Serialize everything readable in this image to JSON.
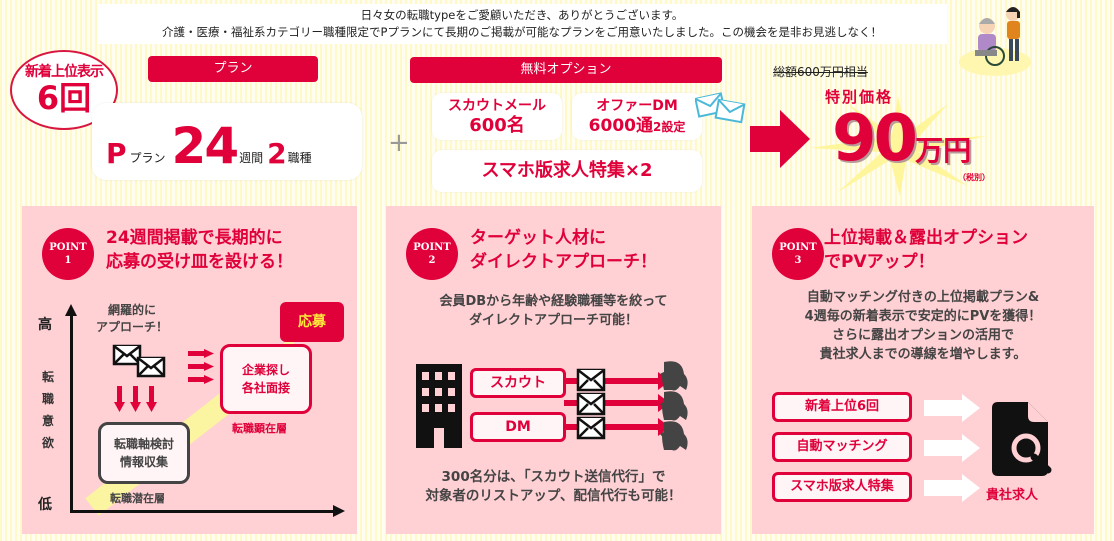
{
  "intro": {
    "line1": "日々女の転職typeをご愛顧いただき、ありがとうございます。",
    "line2": "介護・医療・福祉系カテゴリー職種限定でPプランにて長期のご掲載が可能なプランをご用意いたしました。この機会を是非お見逃しなく！"
  },
  "badge": {
    "line1": "新着上位表示",
    "line2": "6回"
  },
  "plan": {
    "tag": "プラン",
    "letter": "P",
    "suffix": "プラン",
    "weeks": "24",
    "weeks_unit": "週間",
    "jobs": "2",
    "jobs_unit": "職種"
  },
  "plus": "+",
  "options": {
    "tag": "無料オプション",
    "scout": {
      "label": "スカウトメール",
      "value": "600名"
    },
    "dm": {
      "label": "オファーDM",
      "value": "6000通",
      "extra": "2設定"
    },
    "smart": "スマホ版求人特集×2"
  },
  "price": {
    "original": "総額600万円相当",
    "special_label": "特別価格",
    "amount": "90",
    "unit": "万円",
    "tax": "（税別）"
  },
  "points": [
    {
      "badge_word": "POINT",
      "number": "1",
      "title_line1": "24週間掲載で長期的に",
      "title_line2": "応募の受け皿を設ける！",
      "diagram": {
        "y_high": "高",
        "y_low": "低",
        "y_label": "転職意欲",
        "approach_line1": "網羅的に",
        "approach_line2": "アプローチ！",
        "latent_box_line1": "転職軸検討",
        "latent_box_line2": "情報収集",
        "latent_label": "転職潜在層",
        "active_box_line1": "企業探し",
        "active_box_line2": "各社面接",
        "active_label": "転職顕在層",
        "apply": "応募"
      }
    },
    {
      "badge_word": "POINT",
      "number": "2",
      "title_line1": "ターゲット人材に",
      "title_line2": "ダイレクトアプローチ！",
      "desc_line1": "会員DBから年齢や経験職種等を絞って",
      "desc_line2": "ダイレクトアプローチ可能！",
      "diagram": {
        "scout": "スカウト",
        "dm": "DM"
      },
      "note_line1": "300名分は、「スカウト送信代行」で",
      "note_line2": "対象者のリストアップ、配信代行も可能！"
    },
    {
      "badge_word": "POINT",
      "number": "3",
      "title_line1": "上位掲載＆露出オプション",
      "title_line2": "でPVアップ！",
      "desc_line1": "自動マッチング付きの上位掲載プラン&",
      "desc_line2": "4週毎の新着表示で安定的にPVを獲得！",
      "desc_line3": "さらに露出オプションの活用で",
      "desc_line4": "貴社求人までの導線を増やします。",
      "diagram": {
        "items": [
          "新着上位6回",
          "自動マッチング",
          "スマホ版求人特集"
        ],
        "target": "貴社求人"
      }
    }
  ],
  "colors": {
    "accent": "#e0003a",
    "panel": "#ffd0d4",
    "background": "#fffbe0",
    "highlight": "#ffec3a"
  }
}
